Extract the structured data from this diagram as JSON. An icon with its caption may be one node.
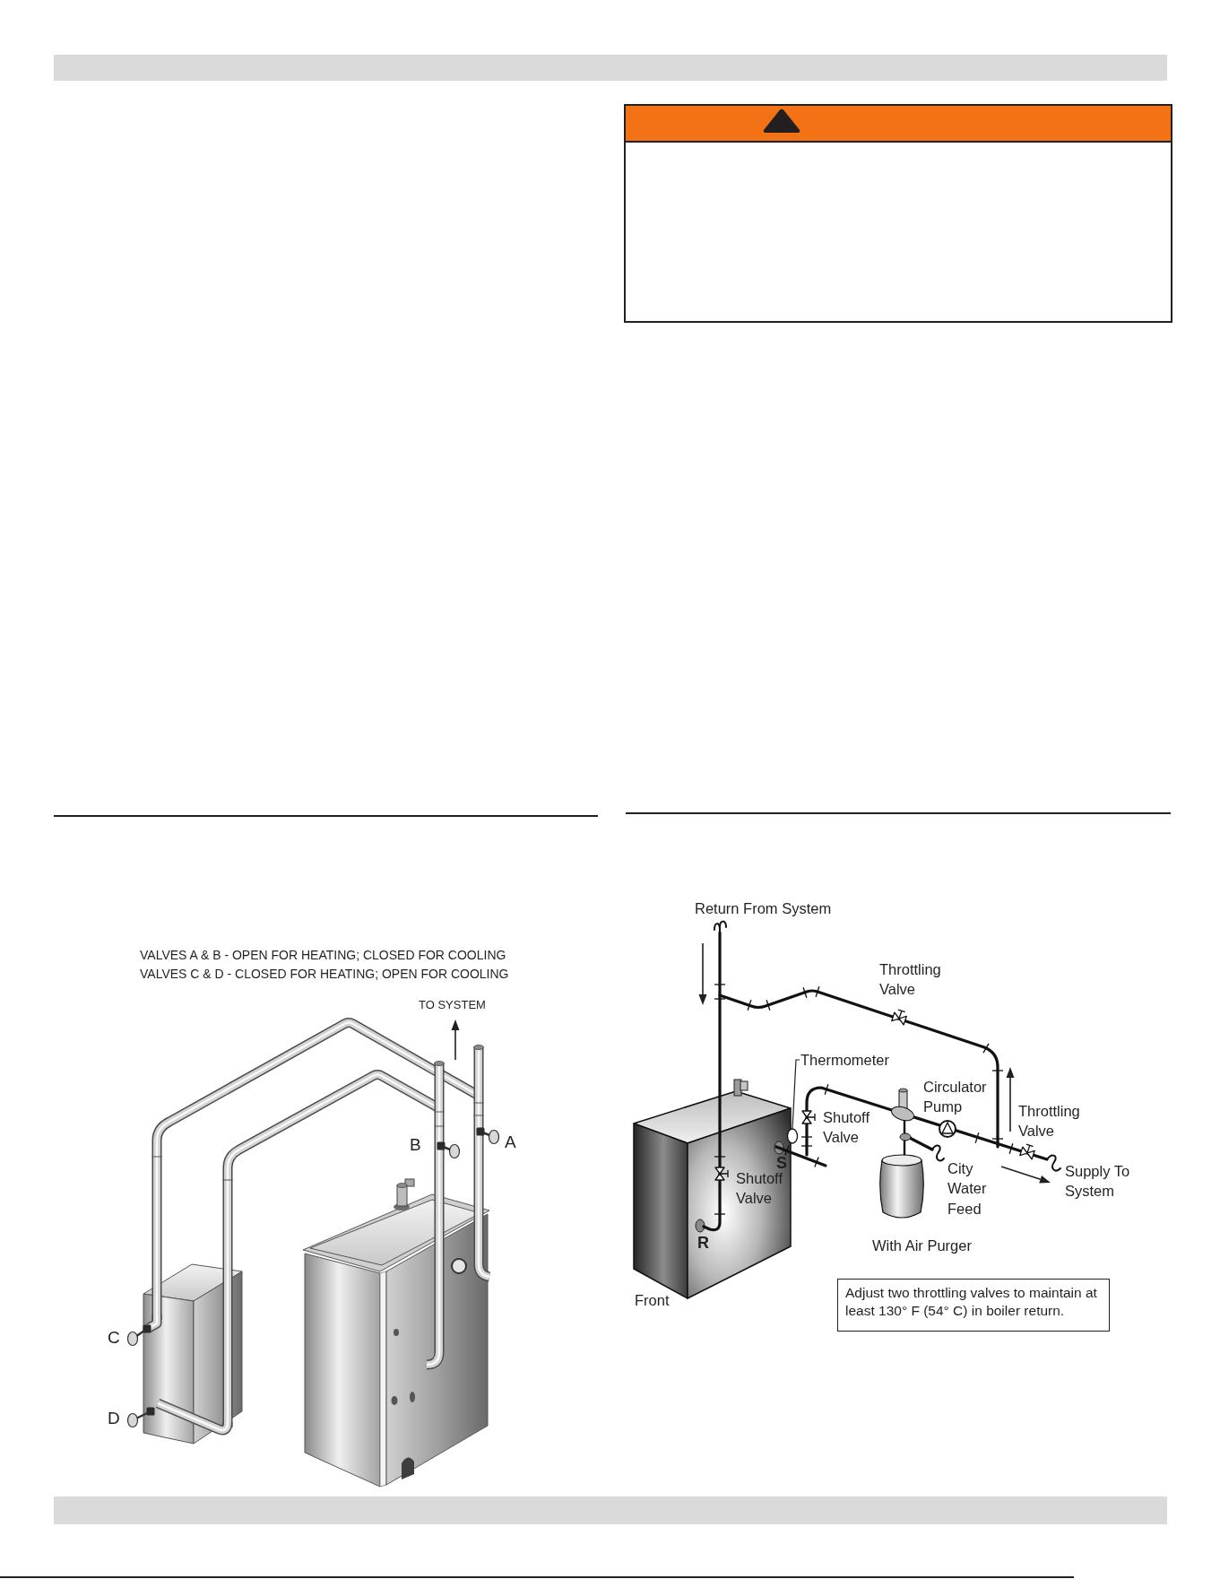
{
  "diagram": {
    "nodes": [
      {
        "text": [
          "Thermometer"
        ]
      },
      {
        "text": [],
        "shape": "circle"
      },
      {
        "text": [
          "Adjust two throttling valves to maintain at least 130° F (54° C) in boiler return."
        ]
      }
    ],
    "edges": [
      {
        "from": 0,
        "to": 1,
        "arrow": "none"
      }
    ],
    "labels": [
      "VALVES A & B - OPEN FOR HEATING; CLOSED FOR COOLING",
      "VALVES C & D - CLOSED FOR HEATING; OPEN FOR COOLING",
      "TO SYSTEM",
      "B",
      "A",
      "C",
      "D",
      "Return From System",
      "Throttling Valve",
      "Circulator Pump",
      "Shutoff Valve",
      "S",
      "Throttling Valve",
      "Shutoff Valve",
      "City Water Feed",
      "Supply To System",
      "R",
      "With Air Purger",
      "Front"
    ]
  }
}
